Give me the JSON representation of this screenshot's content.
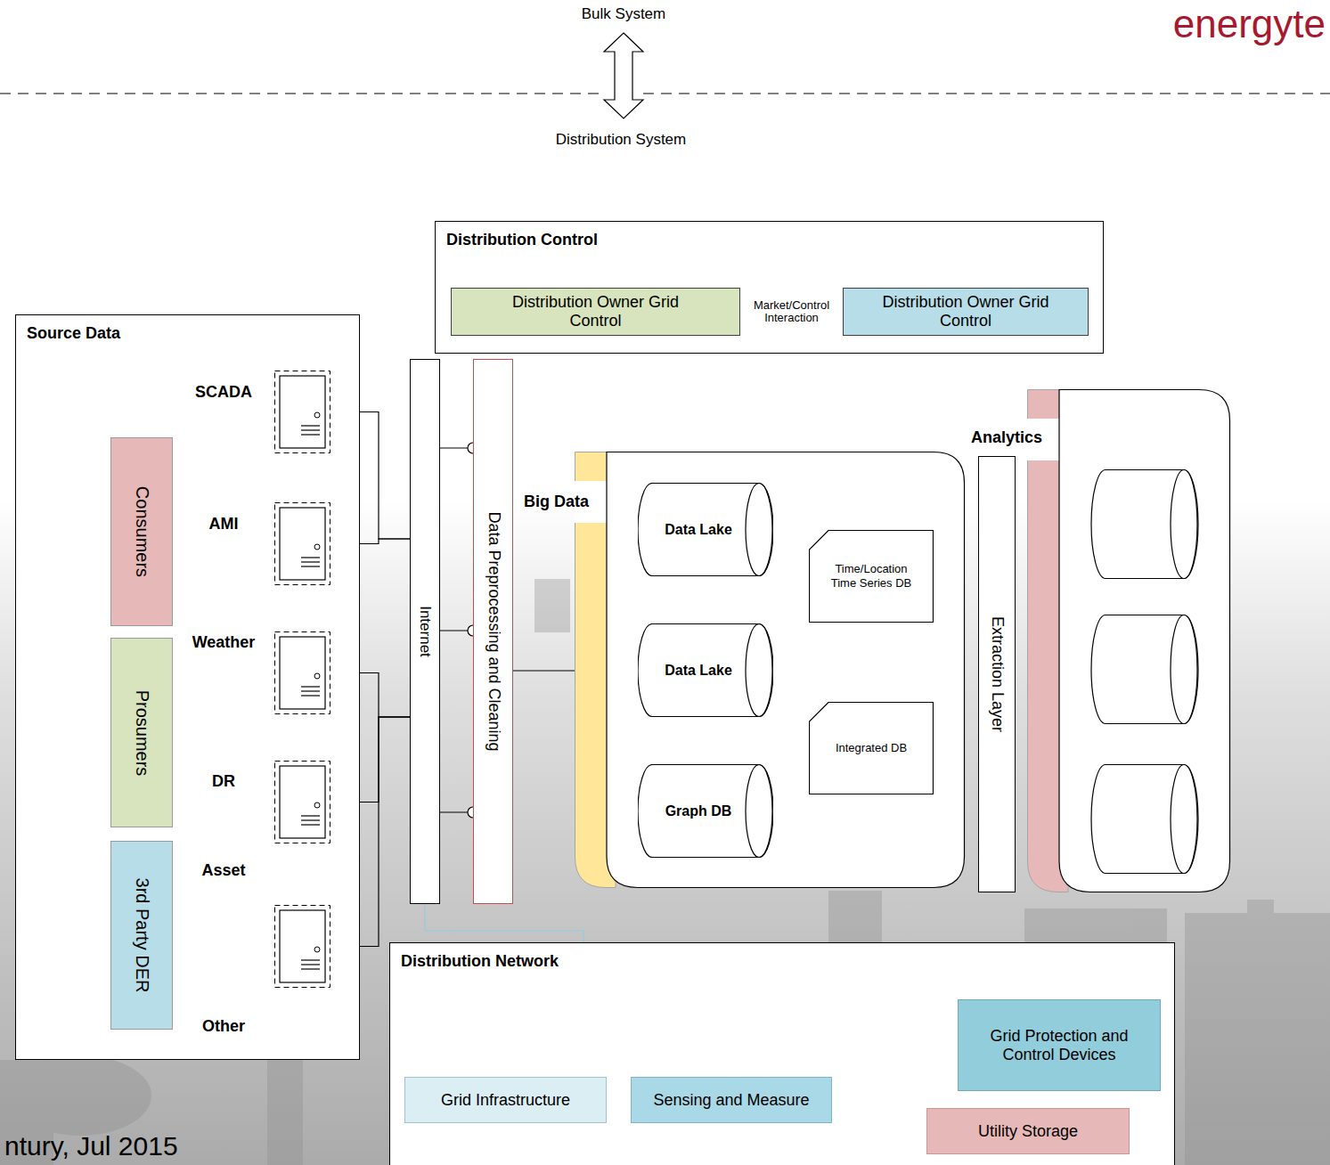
{
  "diagram": {
    "nodes": [
      {
        "text": [
          "Source Data"
        ]
      },
      {
        "text": [
          "Consumers"
        ],
        "in": 0
      },
      {
        "text": [
          "Prosumers"
        ],
        "in": 0
      },
      {
        "text": [
          "3rd Party DER"
        ],
        "in": 0
      },
      {
        "text": [
          "SCADA"
        ],
        "in": 0
      },
      {
        "text": [
          "AMI"
        ],
        "in": 0
      },
      {
        "text": [
          "Weather"
        ],
        "in": 0
      },
      {
        "text": [
          "DR"
        ],
        "in": 0
      },
      {
        "text": [
          "Asset"
        ],
        "in": 0
      },
      {
        "text": [
          "Distribution Control"
        ]
      },
      {
        "text": [
          "Distribution Owner Grid Control"
        ],
        "in": 9
      },
      {
        "text": [
          "Distribution Owner Grid Control"
        ],
        "in": 9
      },
      {
        "text": [
          "Internet"
        ]
      },
      {
        "text": [
          "Data Preprocessing and Cleaning"
        ]
      },
      {
        "text": [
          "Big Data"
        ]
      },
      {
        "text": [
          "Data Lake"
        ],
        "in": 14
      },
      {
        "text": [
          "Time/Location Time Series DB"
        ],
        "in": 14
      },
      {
        "text": [
          "Data Lake"
        ],
        "in": 14
      },
      {
        "text": [
          "Integrated DB"
        ],
        "in": 14
      },
      {
        "text": [
          "Graph DB"
        ],
        "in": 14
      },
      {
        "text": [
          "Extraction Layer"
        ]
      },
      {
        "text": [
          "Analytics"
        ]
      },
      {
        "text": [
          "Distribution Network"
        ]
      },
      {
        "text": [
          "Grid Infrastructure"
        ],
        "in": 22
      },
      {
        "text": [
          "Sensing and Measure"
        ],
        "in": 22
      },
      {
        "text": [
          "Grid Protection and Control Devices"
        ],
        "in": 22
      },
      {
        "text": [
          "Utility Storage"
        ],
        "in": 22
      }
    ],
    "edges": [
      {
        "from": 4,
        "to": 12,
        "arrow": "none"
      },
      {
        "from": 5,
        "to": 12,
        "arrow": "none"
      },
      {
        "from": 6,
        "to": 12,
        "arrow": "none"
      },
      {
        "from": 7,
        "to": 12,
        "arrow": "none"
      },
      {
        "from": 8,
        "to": 12,
        "arrow": "none"
      },
      {
        "from": 10,
        "to": 11,
        "label": "Market/Control Interaction",
        "arrow": "both"
      },
      {
        "from": 12,
        "to": 13,
        "arrow": "none"
      },
      {
        "from": 12,
        "to": 13,
        "arrow": "none"
      },
      {
        "from": 12,
        "to": 13,
        "arrow": "none"
      },
      {
        "from": 13,
        "to": 14,
        "arrow": "none"
      },
      {
        "from": 12,
        "to": 22,
        "arrow": "none"
      }
    ],
    "labels": [
      "Bulk System",
      "Distribution System",
      "Other",
      "energyte",
      "ntury, Jul 2015"
    ]
  }
}
